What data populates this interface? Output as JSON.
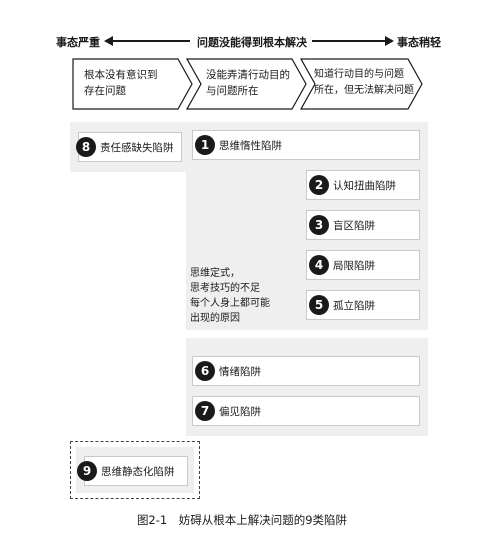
{
  "axis": {
    "left_label": "事态严重",
    "center_label": "问题没能得到根本解决",
    "right_label": "事态稍轻"
  },
  "stages": [
    {
      "line1": "根本没有意识到",
      "line2": "存在问题"
    },
    {
      "line1": "没能弄清行动目的",
      "line2": "与问题所在"
    },
    {
      "line1": "知道行动目的与问题",
      "line2": "所在，但无法解决问题"
    }
  ],
  "traps": [
    {
      "number": "1",
      "label": "思维惰性陷阱"
    },
    {
      "number": "2",
      "label": "认知扭曲陷阱"
    },
    {
      "number": "3",
      "label": "盲区陷阱"
    },
    {
      "number": "4",
      "label": "局限陷阱"
    },
    {
      "number": "5",
      "label": "孤立陷阱"
    },
    {
      "number": "6",
      "label": "情绪陷阱"
    },
    {
      "number": "7",
      "label": "偏见陷阱"
    },
    {
      "number": "8",
      "label": "责任感缺失陷阱"
    },
    {
      "number": "9",
      "label": "思维静态化陷阱"
    }
  ],
  "note": {
    "lines": [
      "思维定式，",
      "思考技巧的不足",
      "每个人身上都可能",
      "出现的原因"
    ]
  },
  "caption": "图2-1　妨碍从根本上解决问题的9类陷阱"
}
